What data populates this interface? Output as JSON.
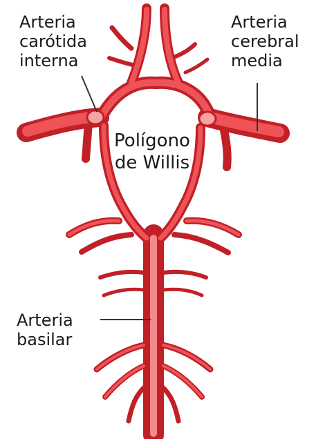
{
  "labels": {
    "internal_carotid": [
      "Arteria",
      "carótida",
      "interna"
    ],
    "middle_cerebral": [
      "Arteria",
      "cerebral",
      "media"
    ],
    "circle_of_willis": [
      "Polígono",
      "de Willis"
    ],
    "basilar": [
      "Arteria",
      "basilar"
    ]
  },
  "colors": {
    "artery_main": "#e63a3e",
    "artery_dark": "#c12027",
    "artery_light": "#f7a3a3",
    "leader_line": "#333333",
    "text": "#1a1a1a"
  }
}
